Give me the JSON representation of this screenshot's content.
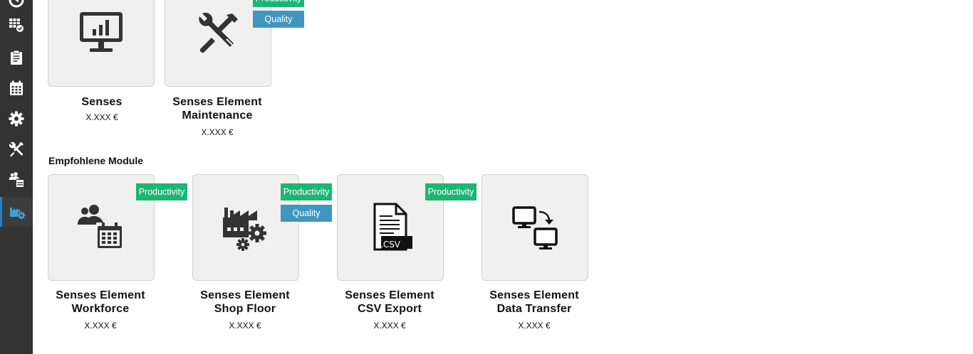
{
  "sidebar": {
    "items": [
      {
        "icon": "clock-icon"
      },
      {
        "icon": "table-check-icon"
      },
      {
        "icon": "clipboard-icon"
      },
      {
        "icon": "calendar-icon"
      },
      {
        "icon": "gear-icon"
      },
      {
        "icon": "tools-icon"
      },
      {
        "icon": "people-calendar-icon"
      },
      {
        "icon": "factory-gear-icon",
        "active": true
      }
    ],
    "active_color": "#2a7fc4"
  },
  "top_modules": [
    {
      "name_line1": "Senses",
      "name_line2": "",
      "price": "X.XXX €",
      "icon": "monitor-chart-icon"
    },
    {
      "name_line1": "Senses Element",
      "name_line2": "Maintenance",
      "price": "X.XXX €",
      "icon": "wrench-screwdriver-icon",
      "tags": [
        "Productivity",
        "Quality"
      ]
    }
  ],
  "recommended": {
    "title": "Empfohlene Module",
    "modules": [
      {
        "name_line1": "Senses Element",
        "name_line2": "Workforce",
        "price": "X.XXX €",
        "icon": "people-calendar-icon",
        "tags": [
          "Productivity"
        ]
      },
      {
        "name_line1": "Senses Element",
        "name_line2": "Shop Floor",
        "price": "X.XXX €",
        "icon": "factory-gears-icon",
        "tags": [
          "Productivity",
          "Quality"
        ]
      },
      {
        "name_line1": "Senses Element",
        "name_line2": "CSV Export",
        "price": "X.XXX €",
        "icon": "csv-file-icon",
        "tags": [
          "Productivity"
        ],
        "icon_text": ".CSV"
      },
      {
        "name_line1": "Senses Element",
        "name_line2": "Data Transfer",
        "price": "X.XXX €",
        "icon": "data-transfer-icon"
      }
    ]
  },
  "colors": {
    "productivity": "#1db574",
    "quality": "#4196bf",
    "sidebar": "#333333"
  }
}
